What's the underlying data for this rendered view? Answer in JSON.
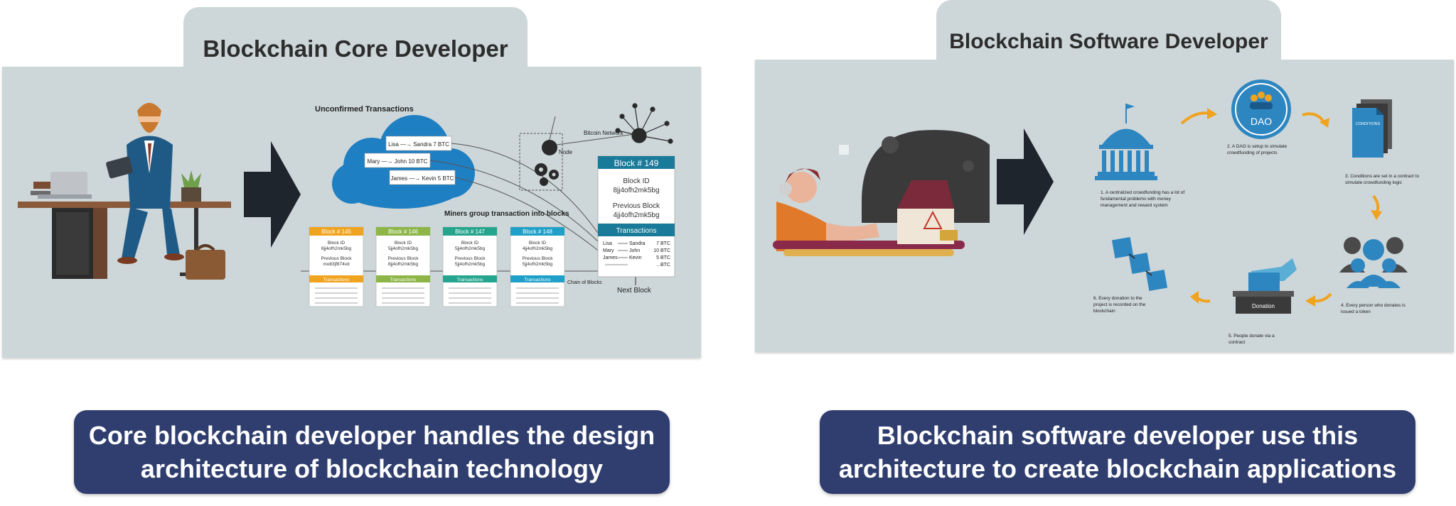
{
  "left": {
    "title": "Blockchain Core Developer",
    "caption_line1": "Core blockchain developer handles the design",
    "caption_line2": "architecture of blockchain technology",
    "diagram": {
      "unconfirmed_label": "Unconfirmed Transactions",
      "transactions": [
        "Lisa —→ Sandra 7 BTC",
        "Mary —→ John 10 BTC",
        "James —→ Kevin 5 BTC"
      ],
      "node_label": "Node",
      "network_label": "Bitcoin Network",
      "miners_label": "Miners group transaction into blocks",
      "chain_label": "Chain of Blocks",
      "next_label": "Next Block",
      "blocks": [
        {
          "header": "Block # 145",
          "id_label": "Block ID",
          "id": "8jj4ofh2mk5bg",
          "prev_label": "Previous Block",
          "prev": "mo83jf874vd",
          "tx_label": "Transactions",
          "color": "#f0a31f"
        },
        {
          "header": "Block # 146",
          "id_label": "Block ID",
          "id": "5jj4ofh2mk5bg",
          "prev_label": "Previous Block",
          "prev": "8jj4ofh2mk5bg",
          "tx_label": "Transactions",
          "color": "#8db548"
        },
        {
          "header": "Block # 147",
          "id_label": "Block ID",
          "id": "5jj4ofh2mk5bg",
          "prev_label": "Previous Block",
          "prev": "5jj4ofh2mk5bg",
          "tx_label": "Transactions",
          "color": "#26a58e"
        },
        {
          "header": "Block # 148",
          "id_label": "Block ID",
          "id": "4jj4ofh2mk5bg",
          "prev_label": "Previous Block",
          "prev": "5jj4ofh2mk5bg",
          "tx_label": "Transactions",
          "color": "#1ea0c8"
        }
      ],
      "big_block": {
        "header": "Block # 149",
        "id_label": "Block ID",
        "id": "8jj4ofh2mk5bg",
        "prev_label": "Previous Block",
        "prev": "4jj4ofh2mk5bg",
        "tx_label": "Transactions",
        "rows": [
          {
            "from": "Lisa",
            "to": "Sandra",
            "amount": "7 BTC"
          },
          {
            "from": "Mary",
            "to": "John",
            "amount": "10 BTC"
          },
          {
            "from": "James",
            "to": "Kevin",
            "amount": "5 BTC"
          },
          {
            "from": "",
            "to": "",
            "amount": "...BTC"
          }
        ],
        "color": "#1a7a9a"
      }
    }
  },
  "right": {
    "title": "Blockchain Software Developer",
    "caption_line1": "Blockchain software developer use this",
    "caption_line2": "architecture to create blockchain applications",
    "diagram": {
      "dao_label": "DAO",
      "conditions_label": "CONDITIONS",
      "donation_label": "Donation",
      "steps": [
        {
          "lines": [
            "1. A centralized crowdfunding has a lot of",
            "fundamental problems with money",
            "management and reward system"
          ]
        },
        {
          "lines": [
            "2. A DAO is setup to simulate",
            "crowdfunding of projects"
          ]
        },
        {
          "lines": [
            "3. Conditions are set in a contract to",
            "simulate crowdfunding logic"
          ]
        },
        {
          "lines": [
            "4. Every person who donates is",
            "issued a token"
          ]
        },
        {
          "lines": [
            "5. People donate via a",
            "contract"
          ]
        },
        {
          "lines": [
            "6. Every donation to the",
            "project is recorded on the",
            "blockchain"
          ]
        }
      ]
    }
  },
  "colors": {
    "panel": "#cdd6d8",
    "caption": "#2f3e6e",
    "arrow": "#1e252d",
    "accent_orange": "#f0a31f",
    "accent_blue": "#2e86c1"
  }
}
